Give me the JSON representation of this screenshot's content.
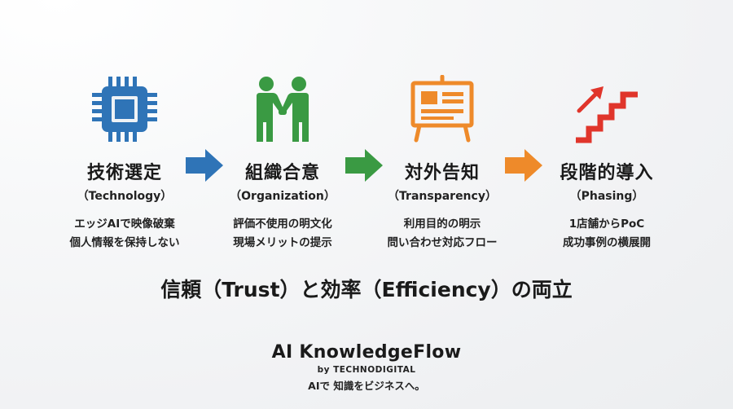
{
  "steps": [
    {
      "title": "技術選定",
      "subtitle": "（Technology）",
      "line1": "エッジAIで映像破棄",
      "line2": "個人情報を保持しない",
      "icon": "cpu-chip-icon",
      "color": "#2f74b7"
    },
    {
      "title": "組織合意",
      "subtitle": "（Organization）",
      "line1": "評価不使用の明文化",
      "line2": "現場メリットの提示",
      "icon": "handshake-people-icon",
      "color": "#3a9a43"
    },
    {
      "title": "対外告知",
      "subtitle": "（Transparency）",
      "line1": "利用目的の明示",
      "line2": "問い合わせ対応フロー",
      "icon": "notice-board-icon",
      "color": "#ee8a2a"
    },
    {
      "title": "段階的導入",
      "subtitle": "（Phasing）",
      "line1": "1店舗からPoC",
      "line2": "成功事例の横展開",
      "icon": "rising-stairs-icon",
      "color": "#e0352b"
    }
  ],
  "arrows": [
    {
      "icon": "right-arrow-icon",
      "color": "#2f74b7"
    },
    {
      "icon": "right-arrow-icon",
      "color": "#3a9a43"
    },
    {
      "icon": "right-arrow-icon",
      "color": "#ee8a2a"
    }
  ],
  "tagline": "信頼（Trust）と効率（Efficiency）の両立",
  "brand": {
    "name": "AI KnowledgeFlow",
    "by": "by TECHNODIGITAL",
    "slogan": "AIで 知識をビジネスへ。"
  }
}
